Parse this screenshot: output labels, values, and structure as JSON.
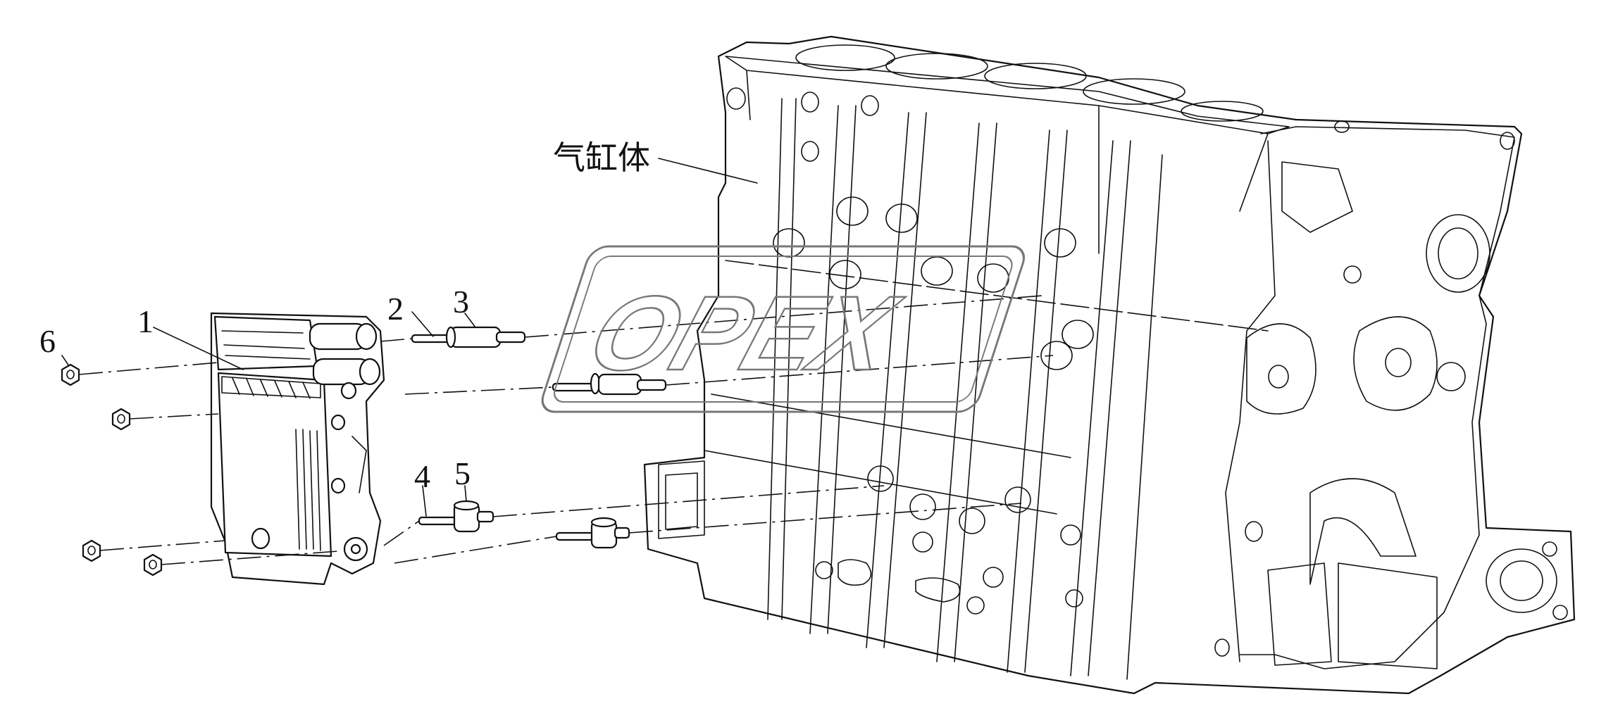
{
  "labels": {
    "block": "气缸体",
    "part1": "1",
    "part2": "2",
    "part3": "3",
    "part4": "4",
    "part5": "5",
    "part6": "6"
  },
  "watermark": "OPEX",
  "colors": {
    "line": "#111111",
    "watermark": "#777777",
    "background": "#ffffff"
  }
}
